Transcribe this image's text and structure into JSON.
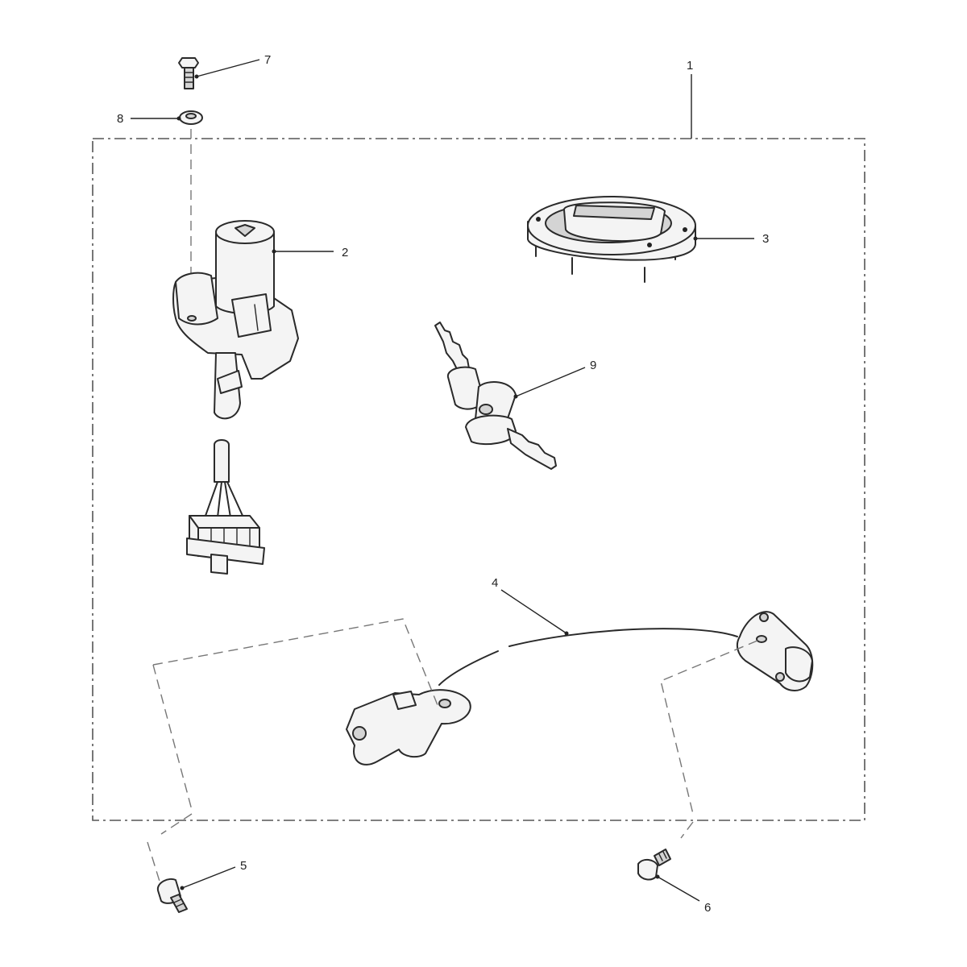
{
  "diagram": {
    "callouts": {
      "c1": "1",
      "c2": "2",
      "c3": "3",
      "c4": "4",
      "c5": "5",
      "c6": "6",
      "c7": "7",
      "c8": "8",
      "c9": "9"
    },
    "colors": {
      "line": "#2a2a2a",
      "fill": "#f4f4f4",
      "background": "#ffffff"
    }
  }
}
